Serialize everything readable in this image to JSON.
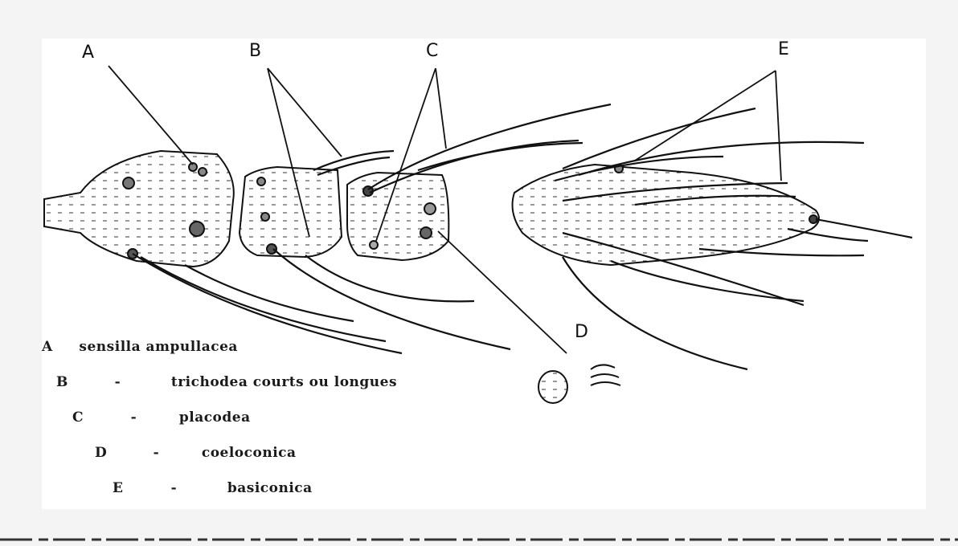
{
  "labels": {
    "a": "A",
    "b": "B",
    "c": "C",
    "d": "D",
    "e": "E"
  },
  "legend": [
    {
      "key": "A",
      "dash": "",
      "text": "sensilla ampullacea"
    },
    {
      "key": "B",
      "dash": "-",
      "text": "trichodea courts ou longues"
    },
    {
      "key": "C",
      "dash": "-",
      "text": "placodea"
    },
    {
      "key": "D",
      "dash": "-",
      "text": "coeloconica"
    },
    {
      "key": "E",
      "dash": "-",
      "text": "basiconica"
    }
  ],
  "colors": {
    "ink": "#1a1a1a",
    "paper": "#ffffff",
    "background": "#f4f4f4"
  }
}
